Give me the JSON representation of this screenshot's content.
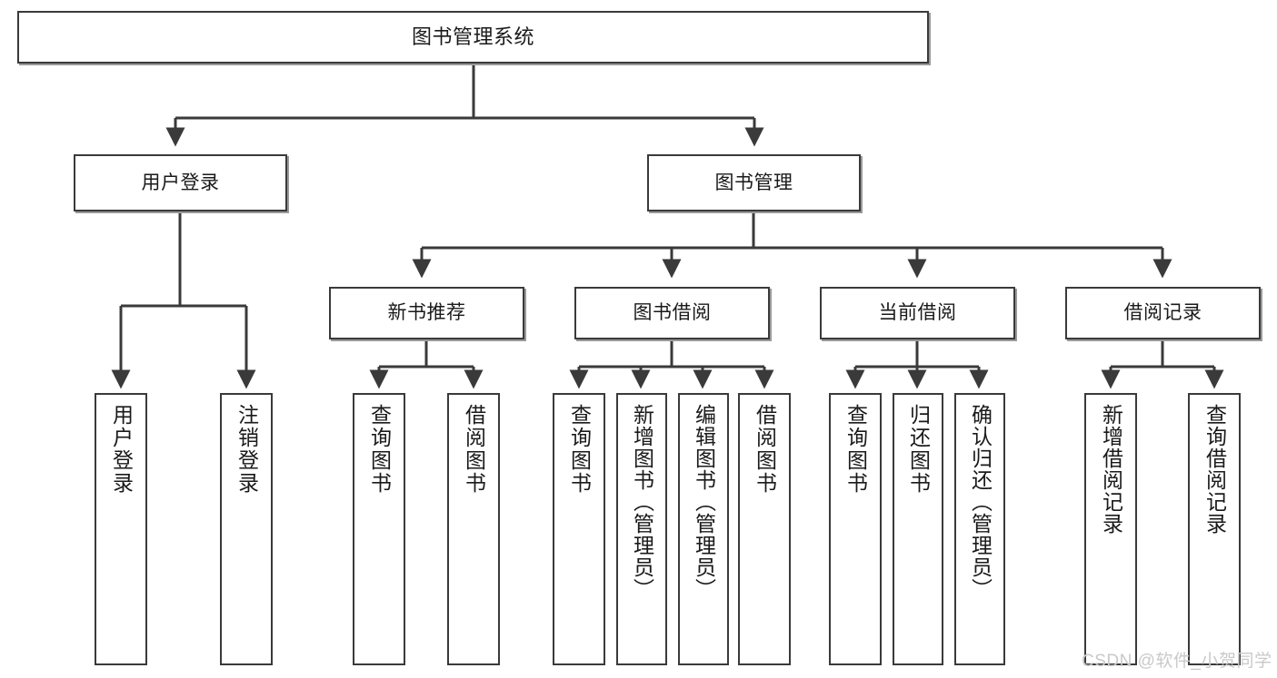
{
  "diagram": {
    "type": "tree",
    "title": "图书管理系统",
    "root": {
      "label": "图书管理系统"
    },
    "level2": [
      {
        "label": "用户登录"
      },
      {
        "label": "图书管理"
      }
    ],
    "level3": [
      {
        "label": "新书推荐"
      },
      {
        "label": "图书借阅"
      },
      {
        "label": "当前借阅"
      },
      {
        "label": "借阅记录"
      }
    ],
    "leaves": {
      "user_login": [
        {
          "label": "用户登录"
        },
        {
          "label": "注销登录"
        }
      ],
      "new_book": [
        {
          "label": "查询图书"
        },
        {
          "label": "借阅图书"
        }
      ],
      "book_borrow": [
        {
          "label": "查询图书"
        },
        {
          "label": "新增图书（管理员）"
        },
        {
          "label": "编辑图书（管理员）"
        },
        {
          "label": "借阅图书"
        }
      ],
      "current_borrow": [
        {
          "label": "查询图书"
        },
        {
          "label": "归还图书"
        },
        {
          "label": "确认归还（管理员）"
        }
      ],
      "borrow_record": [
        {
          "label": "新增借阅记录"
        },
        {
          "label": "查询借阅记录"
        }
      ]
    }
  },
  "watermark": {
    "text": "CSDN @软件_小贺同学"
  },
  "colors": {
    "stroke": "#3a3a3a",
    "box_fill": "#ffffff",
    "text": "#1a1a1a",
    "watermark": "#c9c9c9"
  }
}
